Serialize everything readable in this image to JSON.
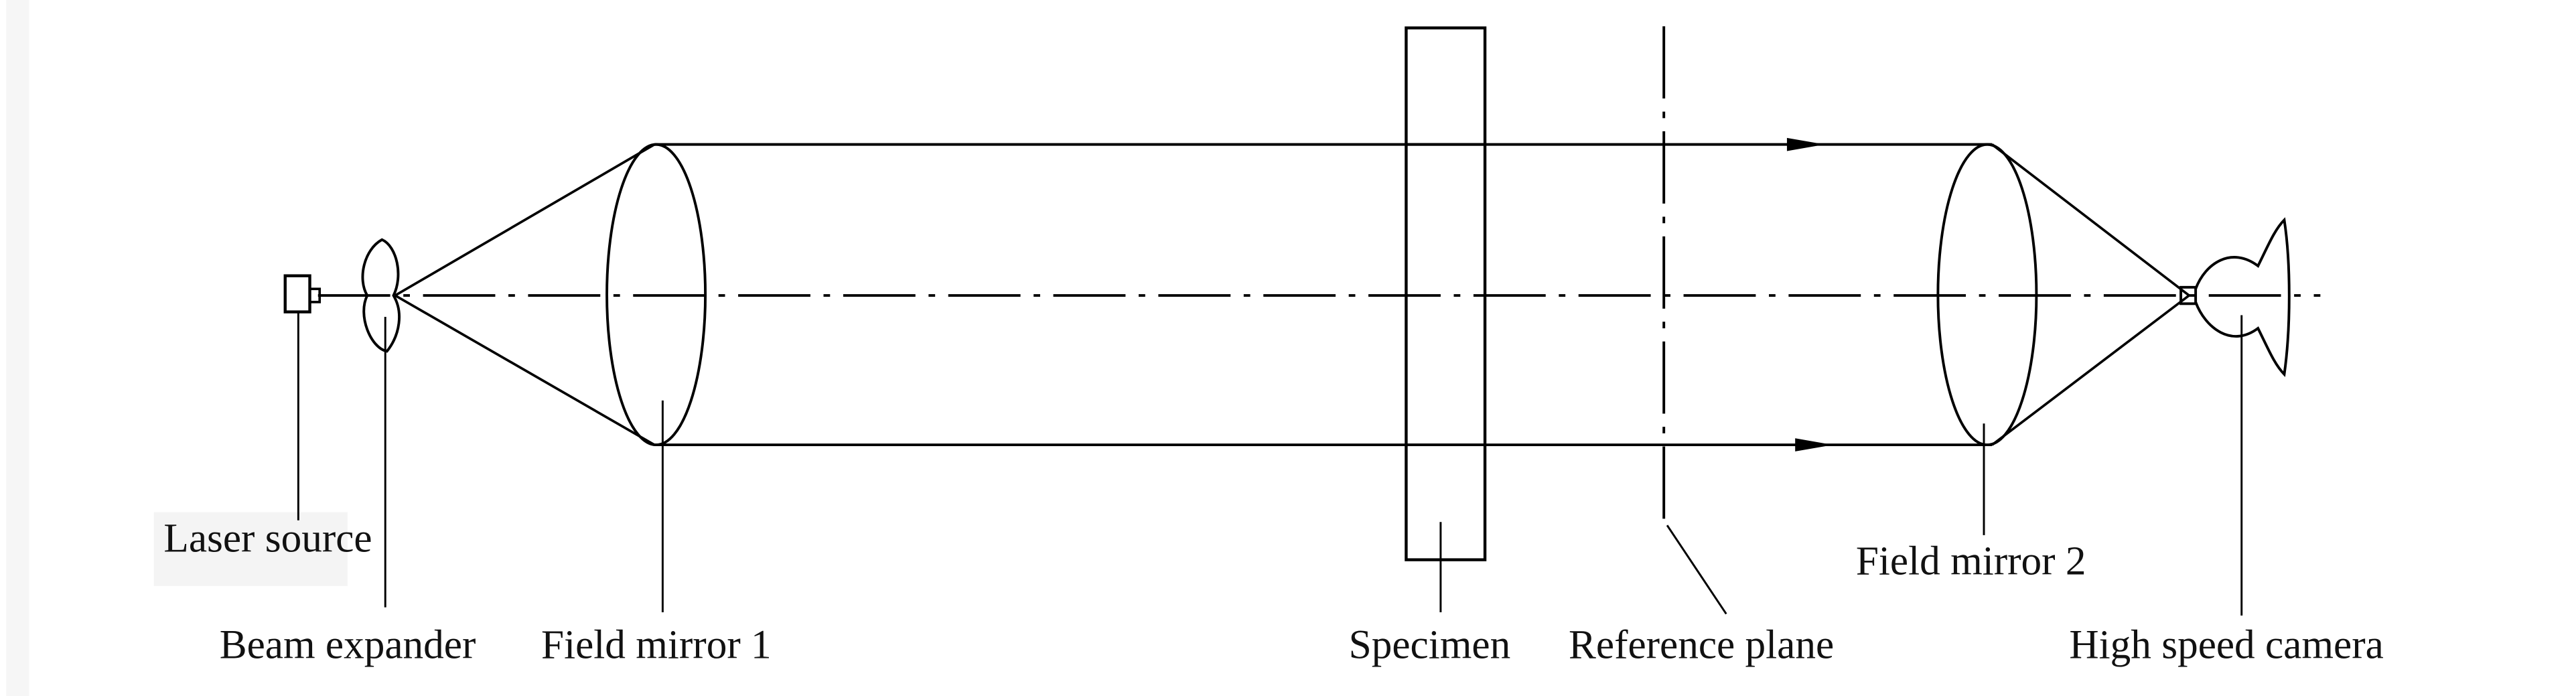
{
  "labels": {
    "laser_source": "Laser source",
    "beam_expander": "Beam expander",
    "field_mirror_1": "Field mirror 1",
    "specimen": "Specimen",
    "reference_plane": "Reference plane",
    "field_mirror_2": "Field mirror 2",
    "high_speed_camera": "High speed camera"
  }
}
